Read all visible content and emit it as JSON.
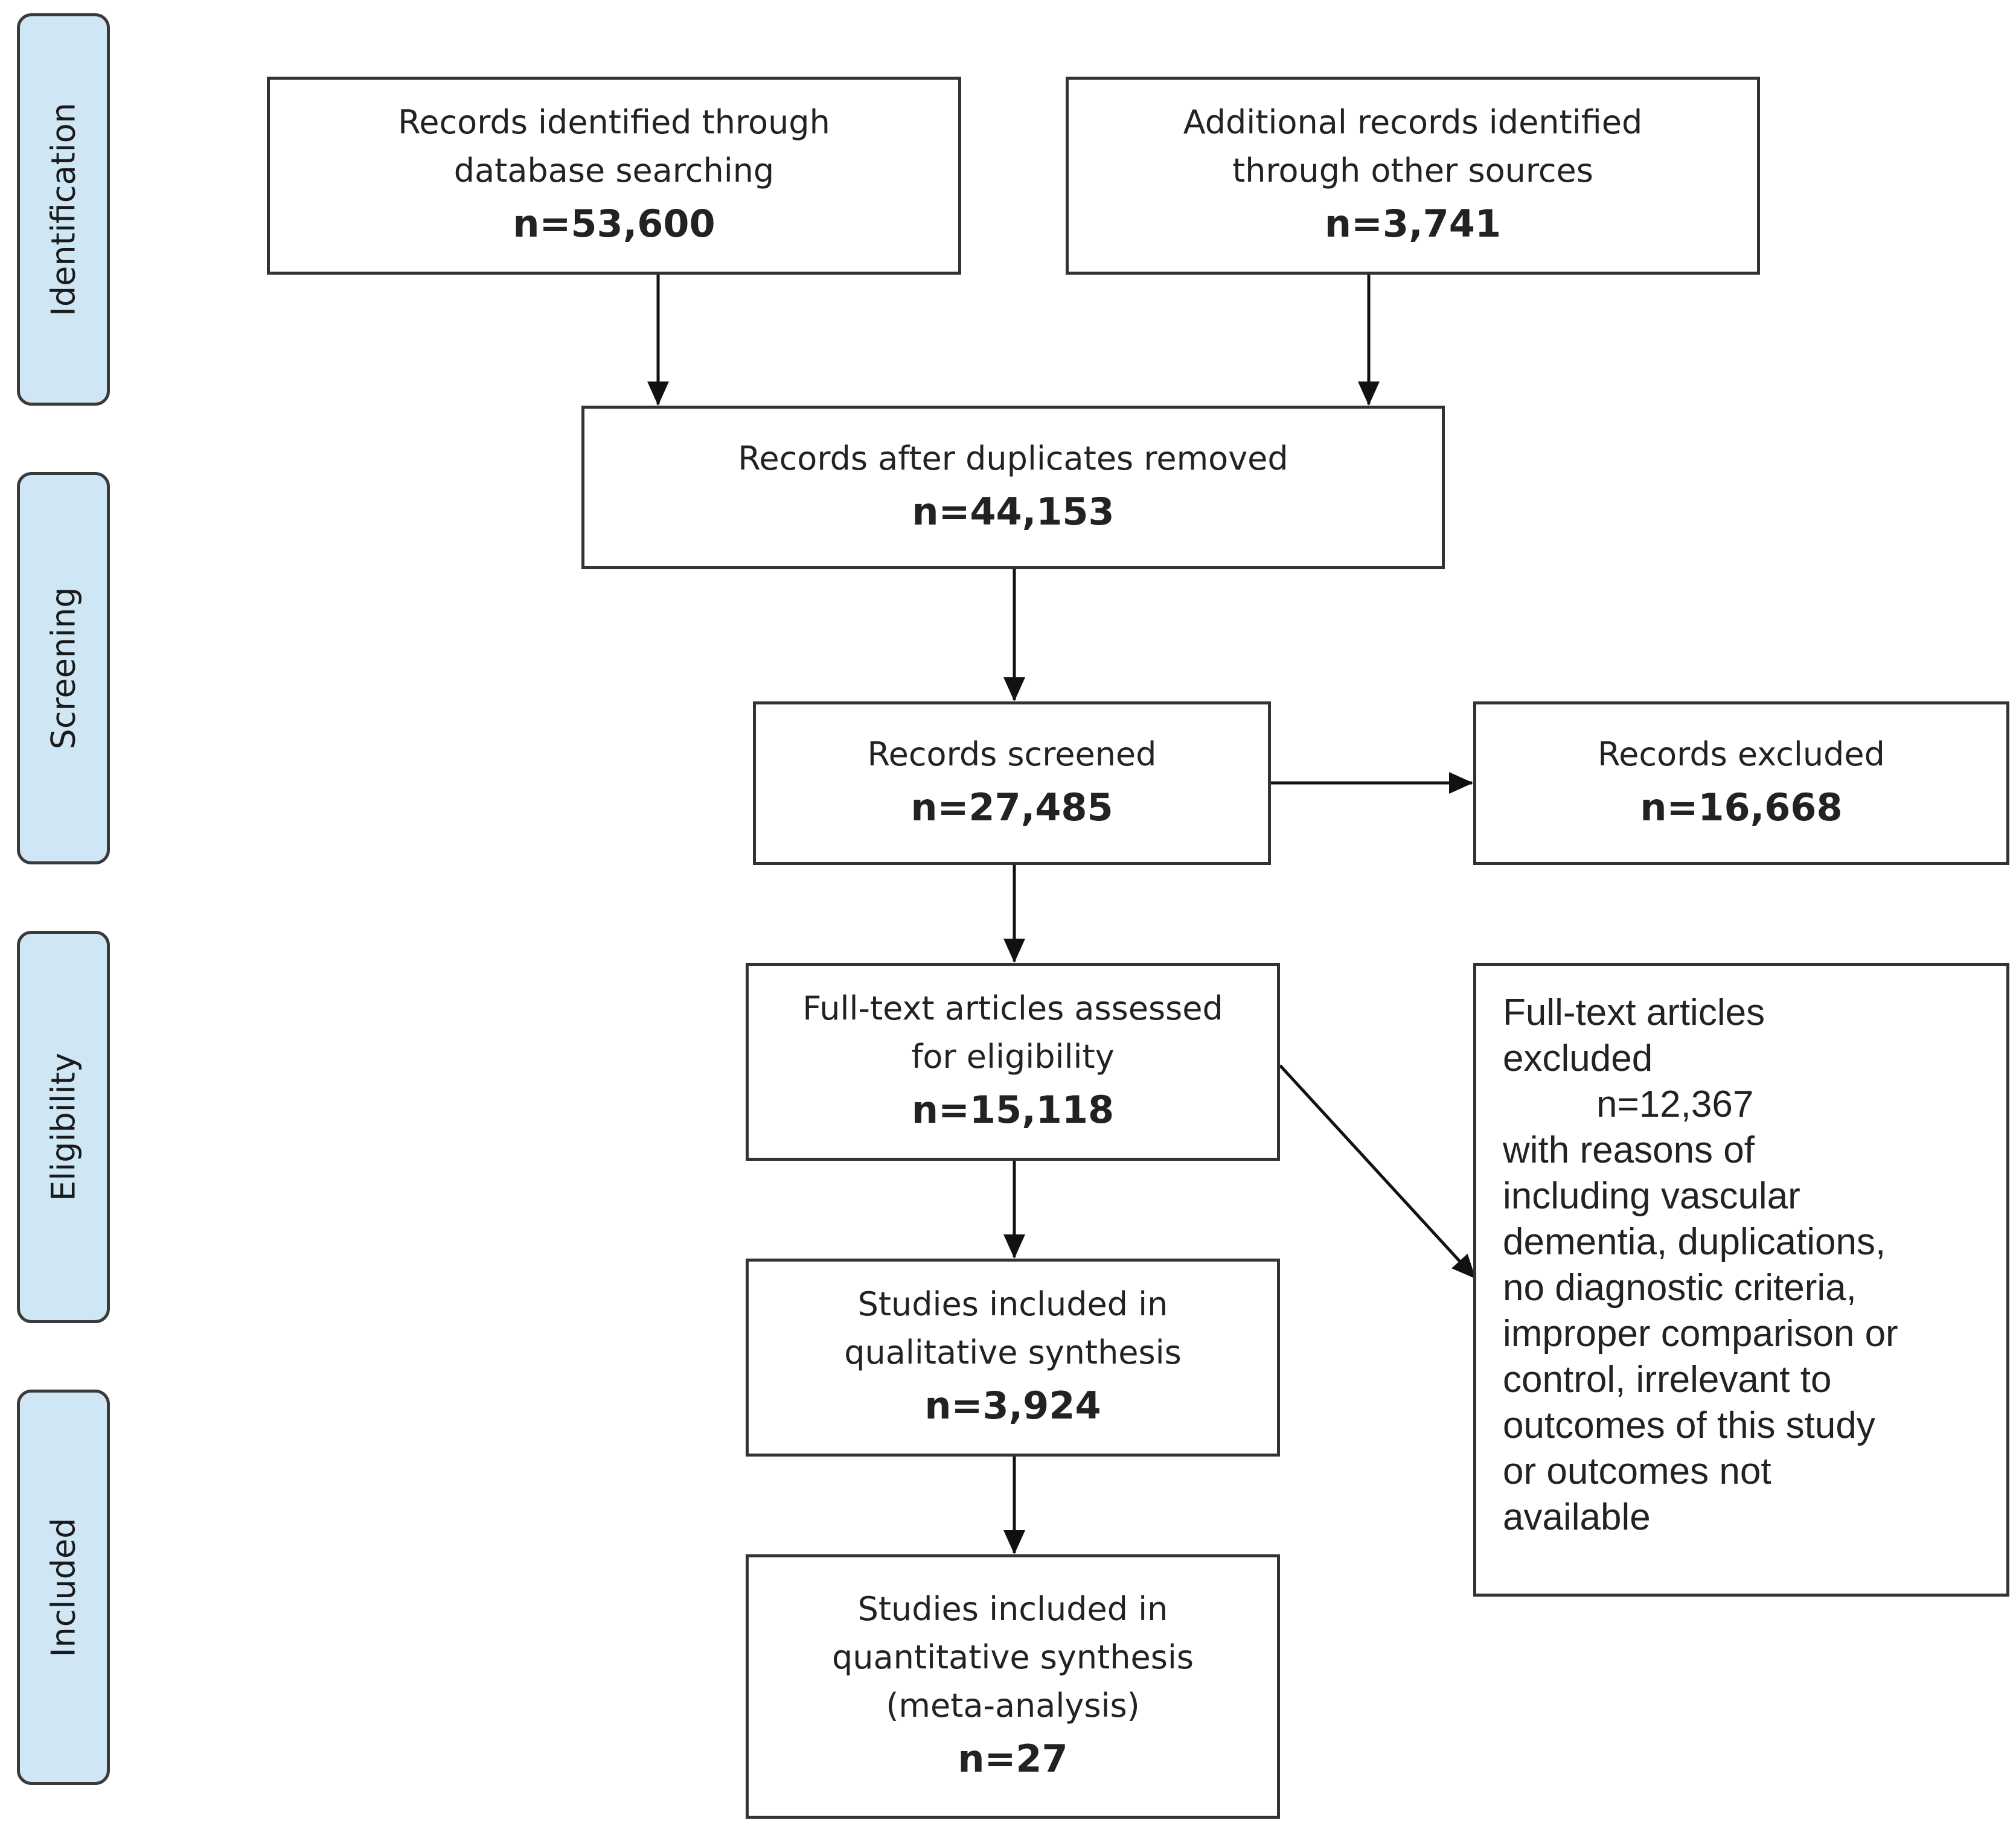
{
  "stages": {
    "identification": "Identification",
    "screening": "Screening",
    "eligibility": "Eligibility",
    "included": "Included"
  },
  "boxes": {
    "database": {
      "label_1": "Records identified through",
      "label_2": "database searching",
      "count": "n=53,600"
    },
    "other_sources": {
      "label_1": "Additional records identified",
      "label_2": "through other sources",
      "count": "n=3,741"
    },
    "after_duplicates": {
      "label_1": "Records after duplicates removed",
      "count": "n=44,153"
    },
    "screened": {
      "label_1": "Records screened",
      "count": "n=27,485"
    },
    "records_excluded": {
      "label_1": "Records excluded",
      "count": "n=16,668"
    },
    "fulltext_assessed": {
      "label_1": "Full-text articles assessed",
      "label_2": "for eligibility",
      "count": "n=15,118"
    },
    "fulltext_excluded": {
      "label_1": "Full-text articles",
      "label_2": "excluded",
      "count": "n=12,367",
      "reasons": [
        "with reasons of",
        "including vascular",
        "dementia, duplications,",
        "no diagnostic criteria,",
        "improper comparison or",
        "control, irrelevant to",
        "outcomes of this study",
        "or outcomes not",
        "available"
      ]
    },
    "qualitative": {
      "label_1": "Studies included in",
      "label_2": "qualitative synthesis",
      "count": "n=3,924"
    },
    "quantitative": {
      "label_1": "Studies included in",
      "label_2": "quantitative synthesis",
      "label_3": "(meta-analysis)",
      "count": "n=27"
    }
  }
}
